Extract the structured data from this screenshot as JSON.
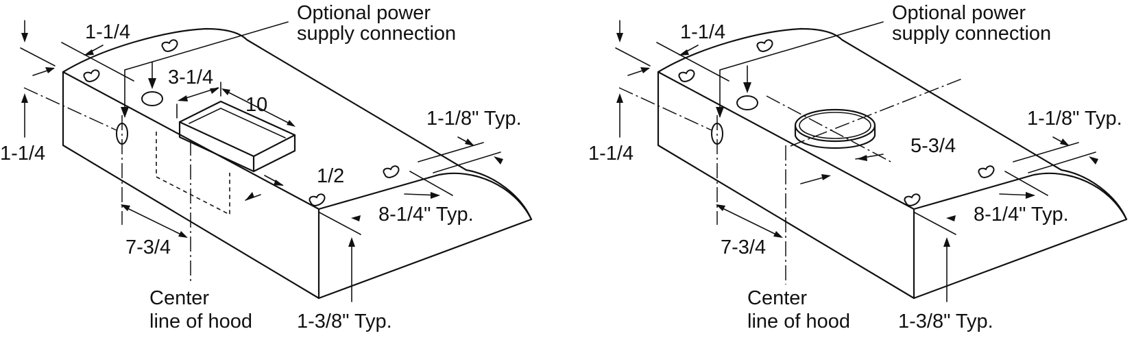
{
  "left_diagram": {
    "labels": {
      "power_supply_line1": "Optional power",
      "power_supply_line2": "supply connection",
      "dim_top_offset": "1-1/4",
      "dim_left_offset": "1-1/4",
      "dim_duct_depth": "3-1/4",
      "dim_duct_width": "10",
      "dim_duct_edge": "1/2",
      "dim_side_typ": "1-1/8\" Typ.",
      "dim_slot_typ": "8-1/4\" Typ.",
      "dim_center": "7-3/4",
      "centerline_line1": "Center",
      "centerline_line2": "line of hood",
      "dim_bottom_typ": "1-3/8\" Typ."
    }
  },
  "right_diagram": {
    "labels": {
      "power_supply_line1": "Optional power",
      "power_supply_line2": "supply connection",
      "dim_top_offset": "1-1/4",
      "dim_left_offset": "1-1/4",
      "dim_round_duct": "5-3/4",
      "dim_side_typ": "1-1/8\" Typ.",
      "dim_slot_typ": "8-1/4\" Typ.",
      "dim_center": "7-3/4",
      "centerline_line1": "Center",
      "centerline_line2": "line of hood",
      "dim_bottom_typ": "1-3/8\" Typ."
    }
  },
  "colors": {
    "ink": "#111111",
    "paper": "#ffffff"
  }
}
